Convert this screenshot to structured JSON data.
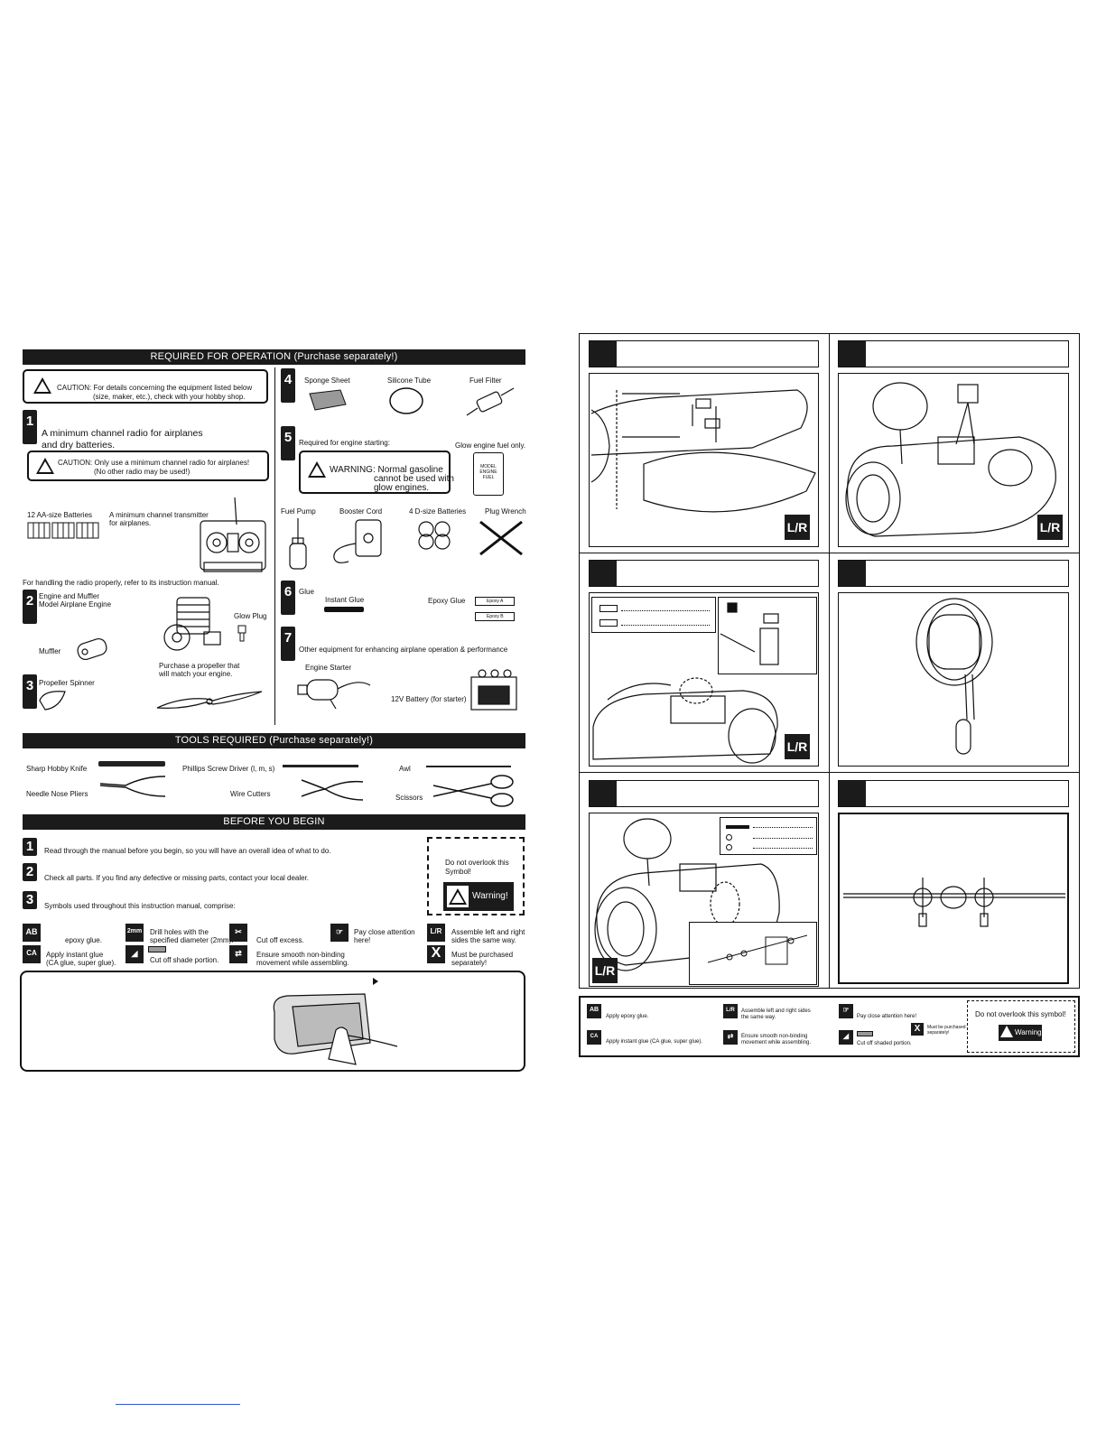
{
  "left": {
    "required_title": "REQUIRED FOR OPERATION  (Purchase separately!)",
    "caution1_line1": "CAUTION: For details concerning the equipment listed below",
    "caution1_line2": "(size, maker, etc.), check with your hobby shop.",
    "item1_line1": "A minimum    channel radio for airplanes",
    "item1_line2": "and dry batteries.",
    "caution2_line1": "CAUTION: Only use a minimum    channel radio for airplanes!",
    "caution2_line2": "(No other radio may be used!)",
    "batteries_label": "12 AA-size Batteries",
    "transmitter_line1": "A minimum    channel transmitter",
    "transmitter_line2": "for airplanes.",
    "radio_note": "For handling the radio properly, refer to its instruction manual.",
    "item2_line1": "Engine and Muffler",
    "item2_line2": "Model Airplane Engine",
    "glow_plug": "Glow Plug",
    "muffler": "Muffler",
    "propeller_note_line1": "Purchase a propeller that",
    "propeller_note_line2": "will match  your engine.",
    "item3_label": "Propeller   Spinner",
    "item4_sponge": "Sponge Sheet",
    "item4_silicone": "Silicone Tube",
    "item4_filter": "Fuel Filter",
    "item5_required": "Required for engine starting:",
    "item5_fuel": "Glow engine fuel only.",
    "warning_line1": "WARNING: Normal gasoline",
    "warning_line2": "cannot be used with",
    "warning_line3": "glow engines.",
    "fuel_can_text": "MODEL ENGINE FUEL",
    "fuel_pump": "Fuel Pump",
    "booster_cord": "Booster Cord",
    "d_batteries": "4 D-size Batteries",
    "plug_wrench": "Plug Wrench",
    "item6_glue": "Glue",
    "instant_glue": "Instant Glue",
    "epoxy_glue": "Epoxy Glue",
    "epoxy_a": "Epoxy A",
    "epoxy_b": "Epoxy B",
    "item7_label": "Other equipment for enhancing airplane operation & performance",
    "engine_starter": "Engine Starter",
    "battery_12v": "12V Battery (for starter)",
    "tools_title": "TOOLS REQUIRED  (Purchase separately!)",
    "tool_knife": "Sharp Hobby Knife",
    "tool_screwdriver": "Phillips Screw Driver (l, m, s)",
    "tool_awl": "Awl",
    "tool_pliers": "Needle Nose Pliers",
    "tool_cutters": "Wire Cutters",
    "tool_scissors": "Scissors",
    "begin_title": "BEFORE YOU BEGIN",
    "begin1": "Read through the manual before you begin, so you will have an overall idea of what to do.",
    "begin2": "Check all parts. If you find any defective or missing parts, contact your local dealer.",
    "begin3": "Symbols used throughout this instruction manual, comprise:",
    "overlook_line1": "Do not overlook this",
    "overlook_line2": "Symbol!",
    "warning_badge": "Warning!",
    "sym_epoxy": "epoxy glue.",
    "sym_drill_line1": "Drill holes with the",
    "sym_drill_line2": "specified diameter (2mm).",
    "sym_drill_icon": "2mm",
    "sym_cut": "Cut off excess.",
    "sym_attention_line1": "Pay close attention",
    "sym_attention_line2": "here!",
    "sym_lr_line1": "Assemble left and right",
    "sym_lr_line2": "sides the same way.",
    "sym_ca_line1": "Apply instant glue",
    "sym_ca_line2": "(CA glue, super glue).",
    "sym_shade": "Cut off shade portion.",
    "sym_smooth_line1": "Ensure smooth non-binding",
    "sym_smooth_line2": "movement while assembling.",
    "sym_purchase_line1": "Must be purchased",
    "sym_purchase_line2": "separately!"
  },
  "right": {
    "lr_icon": "L/R",
    "legend_epoxy": "Apply epoxy glue.",
    "legend_lr_line1": "Assemble left and right sides",
    "legend_lr_line2": "the same way.",
    "legend_attention": "Pay close attention here!",
    "legend_overlook": "Do not overlook this symbol!",
    "legend_warning": "Warning!",
    "legend_ca": "Apply instant glue (CA glue, super glue).",
    "legend_smooth_line1": "Ensure smooth non-binding",
    "legend_smooth_line2": "movement while assembling.",
    "legend_purchase_line1": "Must be purchased",
    "legend_purchase_line2": "separately!",
    "legend_shade": "Cut off shaded portion."
  },
  "icons": {
    "caution": "warning-triangle-icon",
    "epoxy": "ab-epoxy-icon",
    "ca": "ca-glue-icon",
    "cut": "knife-cut-icon",
    "attention": "pointing-hand-icon",
    "lr": "left-right-icon",
    "purchase": "x-purchase-icon"
  },
  "colors": {
    "ink": "#111111",
    "bar": "#1b1b1b",
    "paper": "#ffffff"
  }
}
